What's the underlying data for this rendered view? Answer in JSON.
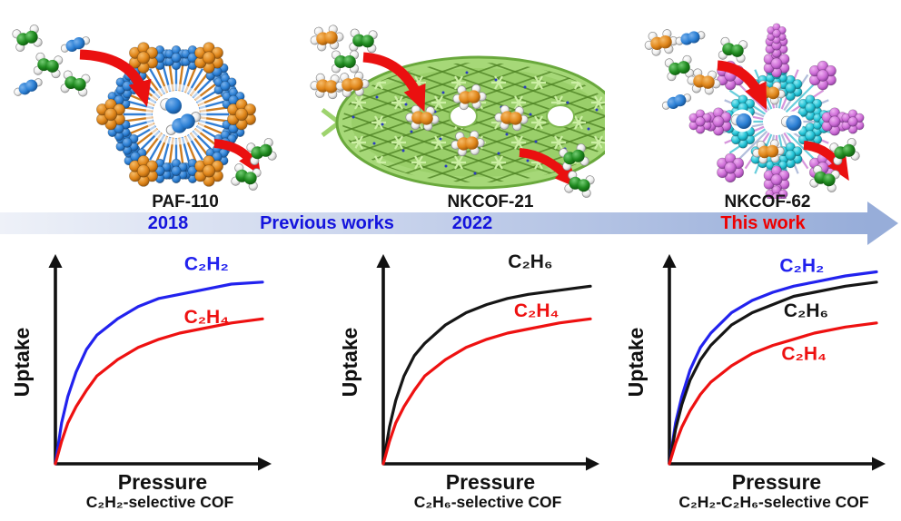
{
  "figure": {
    "panel_labels": [
      "PAF-110",
      "NKCOF-21",
      "NKCOF-62"
    ],
    "timeline": {
      "items": [
        {
          "label": "2018",
          "color": "#1414dd"
        },
        {
          "label": "Previous works",
          "color": "#1414dd"
        },
        {
          "label": "2022",
          "color": "#1414dd"
        },
        {
          "label": "This work",
          "color": "#ee0000"
        }
      ],
      "band_start_color": "#eef1f8",
      "band_end_color": "#97add9"
    },
    "molecules": {
      "c2h2": {
        "formula": "C₂H₂",
        "color": "#2b7fd4"
      },
      "c2h4": {
        "formula": "C₂H₄",
        "color": "#1f8a1f"
      },
      "c2h6": {
        "formula": "C₂H₆",
        "color": "#e0861a"
      },
      "hydrogen_color": "#efefef"
    },
    "frameworks": [
      {
        "name": "PAF-110",
        "colors": [
          "#e8860d",
          "#1e78d8"
        ]
      },
      {
        "name": "NKCOF-21",
        "colors": [
          "#9ed36e",
          "#4e8224"
        ]
      },
      {
        "name": "NKCOF-62",
        "colors": [
          "#cf6fd8",
          "#22c3d6"
        ]
      }
    ],
    "arrow_color": "#ea1010"
  },
  "chart_data": [
    {
      "type": "line",
      "xlabel": "Pressure",
      "ylabel": "Uptake",
      "caption": "C₂H₂-selective COF",
      "grid": false,
      "axes_unlabeled_schematic": true,
      "x": [
        0,
        0.03,
        0.06,
        0.1,
        0.15,
        0.2,
        0.3,
        0.4,
        0.5,
        0.6,
        0.7,
        0.85,
        1
      ],
      "series": [
        {
          "name": "C₂H₂",
          "color": "#2222ee",
          "label_pos": [
            0.73,
            0.95
          ],
          "values": [
            0,
            0.2,
            0.33,
            0.45,
            0.56,
            0.63,
            0.71,
            0.77,
            0.81,
            0.83,
            0.85,
            0.88,
            0.89
          ]
        },
        {
          "name": "C₂H₄",
          "color": "#ee1111",
          "label_pos": [
            0.73,
            0.69
          ],
          "values": [
            0,
            0.11,
            0.2,
            0.28,
            0.36,
            0.43,
            0.51,
            0.57,
            0.61,
            0.64,
            0.66,
            0.69,
            0.71
          ]
        }
      ]
    },
    {
      "type": "line",
      "xlabel": "Pressure",
      "ylabel": "Uptake",
      "caption": "C₂H₆-selective COF",
      "grid": false,
      "axes_unlabeled_schematic": true,
      "x": [
        0,
        0.03,
        0.06,
        0.1,
        0.15,
        0.2,
        0.3,
        0.4,
        0.5,
        0.6,
        0.7,
        0.85,
        1
      ],
      "series": [
        {
          "name": "C₂H₆",
          "color": "#161616",
          "label_pos": [
            0.71,
            0.96
          ],
          "values": [
            0,
            0.18,
            0.31,
            0.43,
            0.53,
            0.59,
            0.68,
            0.74,
            0.78,
            0.81,
            0.83,
            0.85,
            0.87
          ]
        },
        {
          "name": "C₂H₄",
          "color": "#ee1111",
          "label_pos": [
            0.74,
            0.72
          ],
          "values": [
            0,
            0.11,
            0.2,
            0.28,
            0.36,
            0.43,
            0.51,
            0.57,
            0.61,
            0.64,
            0.66,
            0.69,
            0.71
          ]
        }
      ]
    },
    {
      "type": "line",
      "xlabel": "Pressure",
      "ylabel": "Uptake",
      "caption": "C₂H₂-C₂H₆-selective COF",
      "grid": false,
      "axes_unlabeled_schematic": true,
      "x": [
        0,
        0.03,
        0.06,
        0.1,
        0.15,
        0.2,
        0.3,
        0.4,
        0.5,
        0.6,
        0.7,
        0.85,
        1
      ],
      "series": [
        {
          "name": "C₂H₂",
          "color": "#2222ee",
          "label_pos": [
            0.64,
            0.94
          ],
          "values": [
            0,
            0.2,
            0.33,
            0.46,
            0.57,
            0.64,
            0.74,
            0.8,
            0.84,
            0.87,
            0.89,
            0.92,
            0.94
          ]
        },
        {
          "name": "C₂H₆",
          "color": "#161616",
          "label_pos": [
            0.66,
            0.72
          ],
          "values": [
            0,
            0.17,
            0.29,
            0.41,
            0.51,
            0.58,
            0.68,
            0.74,
            0.78,
            0.82,
            0.84,
            0.87,
            0.89
          ]
        },
        {
          "name": "C₂H₄",
          "color": "#ee1111",
          "label_pos": [
            0.65,
            0.51
          ],
          "values": [
            0,
            0.1,
            0.18,
            0.26,
            0.34,
            0.4,
            0.48,
            0.54,
            0.58,
            0.61,
            0.64,
            0.67,
            0.69
          ]
        }
      ]
    }
  ]
}
